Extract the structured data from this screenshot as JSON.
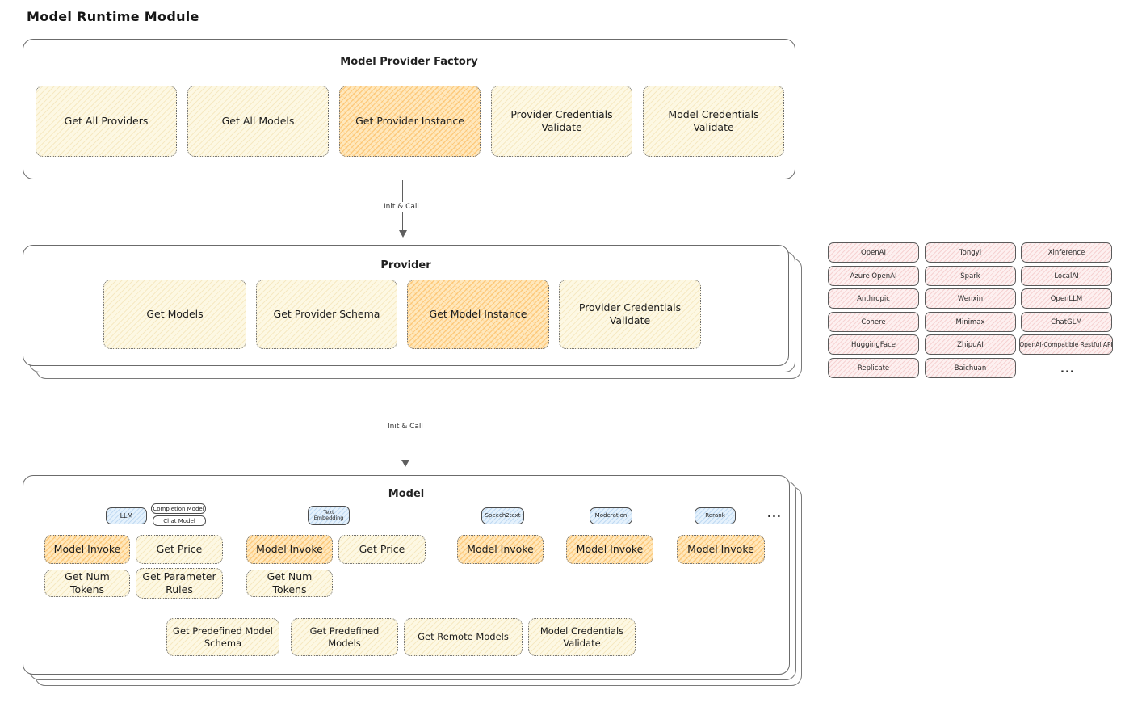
{
  "page_title": "Model Runtime Module",
  "colors": {
    "method_yellow": "#fdf8e3",
    "method_highlight_orange": "#ffe8bd",
    "tab_blue": "#e4f1fc",
    "provider_pink": "#fdf0f0",
    "border_gray": "#6b6b6b"
  },
  "arrows": {
    "factory_to_provider_label": "Init & Call",
    "provider_to_model_label": "Init & Call"
  },
  "factory": {
    "title": "Model Provider Factory",
    "buttons": [
      {
        "label": "Get All Providers",
        "highlighted": false
      },
      {
        "label": "Get All Models",
        "highlighted": false
      },
      {
        "label": "Get Provider Instance",
        "highlighted": true
      },
      {
        "label": "Provider Credentials Validate",
        "highlighted": false
      },
      {
        "label": "Model Credentials Validate",
        "highlighted": false
      }
    ]
  },
  "provider": {
    "title": "Provider",
    "buttons": [
      {
        "label": "Get Models",
        "highlighted": false
      },
      {
        "label": "Get Provider Schema",
        "highlighted": false
      },
      {
        "label": "Get Model Instance",
        "highlighted": true
      },
      {
        "label": "Provider Credentials Validate",
        "highlighted": false
      }
    ]
  },
  "providers_list": {
    "column_1": [
      "OpenAI",
      "Azure OpenAI",
      "Anthropic",
      "Cohere",
      "HuggingFace",
      "Replicate"
    ],
    "column_2": [
      "Tongyi",
      "Spark",
      "Wenxin",
      "Minimax",
      "ZhipuAI",
      "Baichuan"
    ],
    "column_3": [
      "Xinference",
      "LocalAI",
      "OpenLLM",
      "ChatGLM",
      "OpenAI-Compatible Restful API"
    ],
    "more_label": "..."
  },
  "model": {
    "title": "Model",
    "tabs": {
      "llm": "LLM",
      "completion_model": "Completion Model",
      "chat_model": "Chat Model",
      "text_embedding": "Text Embedding",
      "speech2text": "Speech2text",
      "moderation": "Moderation",
      "rerank": "Rerank",
      "more": "..."
    },
    "llm_buttons": [
      {
        "label": "Model Invoke",
        "highlighted": true
      },
      {
        "label": "Get Price",
        "highlighted": false
      },
      {
        "label": "Get Num Tokens",
        "highlighted": false
      },
      {
        "label": "Get Parameter Rules",
        "highlighted": false
      }
    ],
    "text_embedding_buttons": [
      {
        "label": "Model Invoke",
        "highlighted": true
      },
      {
        "label": "Get Price",
        "highlighted": false
      },
      {
        "label": "Get Num Tokens",
        "highlighted": false
      }
    ],
    "speech2text_buttons": [
      {
        "label": "Model Invoke",
        "highlighted": true
      }
    ],
    "moderation_buttons": [
      {
        "label": "Model Invoke",
        "highlighted": true
      }
    ],
    "rerank_buttons": [
      {
        "label": "Model Invoke",
        "highlighted": true
      }
    ],
    "bottom_buttons": [
      {
        "label": "Get Predefined Model Schema"
      },
      {
        "label": "Get Predefined Models"
      },
      {
        "label": "Get Remote Models"
      },
      {
        "label": "Model Credentials Validate"
      }
    ]
  }
}
